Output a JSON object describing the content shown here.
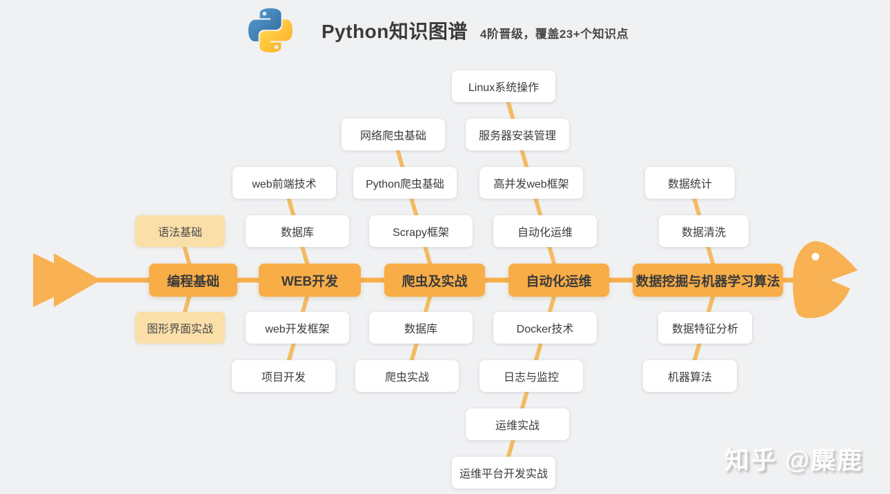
{
  "header": {
    "title": "Python知识图谱",
    "subtitle": "4阶晋级，覆盖23+个知识点",
    "logo_icon": "python-logo"
  },
  "watermark": {
    "text": "知乎 @麋鹿"
  },
  "colors": {
    "background": "#F0F1F2",
    "spine_orange": "#F8AD47",
    "branch_line": "#F4BB62",
    "fish_body": "#F8B253",
    "highlight_box": "#FADFA9",
    "plain_box": "#FFFFFF"
  },
  "diagram": {
    "type": "fishbone",
    "stages": [
      {
        "label": "编程基础",
        "up": [
          {
            "label": "语法基础",
            "style": "highlight"
          }
        ],
        "down": [
          {
            "label": "图形界面实战",
            "style": "highlight"
          }
        ]
      },
      {
        "label": "WEB开发",
        "up": [
          {
            "label": "web前端技术",
            "style": "plain"
          },
          {
            "label": "数据库",
            "style": "plain"
          }
        ],
        "down": [
          {
            "label": "web开发框架",
            "style": "plain"
          },
          {
            "label": "项目开发",
            "style": "plain"
          }
        ]
      },
      {
        "label": "爬虫及实战",
        "up": [
          {
            "label": "网络爬虫基础",
            "style": "plain"
          },
          {
            "label": "Python爬虫基础",
            "style": "plain"
          },
          {
            "label": "Scrapy框架",
            "style": "plain"
          }
        ],
        "down": [
          {
            "label": "数据库",
            "style": "plain"
          },
          {
            "label": "爬虫实战",
            "style": "plain"
          }
        ]
      },
      {
        "label": "自动化运维",
        "up": [
          {
            "label": "Linux系统操作",
            "style": "plain"
          },
          {
            "label": "服务器安装管理",
            "style": "plain"
          },
          {
            "label": "高并发web框架",
            "style": "plain"
          },
          {
            "label": "自动化运维",
            "style": "plain"
          }
        ],
        "down": [
          {
            "label": "Docker技术",
            "style": "plain"
          },
          {
            "label": "日志与监控",
            "style": "plain"
          },
          {
            "label": "运维实战",
            "style": "plain"
          },
          {
            "label": "运维平台开发实战",
            "style": "plain"
          }
        ]
      },
      {
        "label": "数据挖掘与机器学习算法",
        "up": [
          {
            "label": "数据统计",
            "style": "plain"
          },
          {
            "label": "数据清洗",
            "style": "plain"
          }
        ],
        "down": [
          {
            "label": "数据特征分析",
            "style": "plain"
          },
          {
            "label": "机器算法",
            "style": "plain"
          }
        ]
      }
    ]
  }
}
